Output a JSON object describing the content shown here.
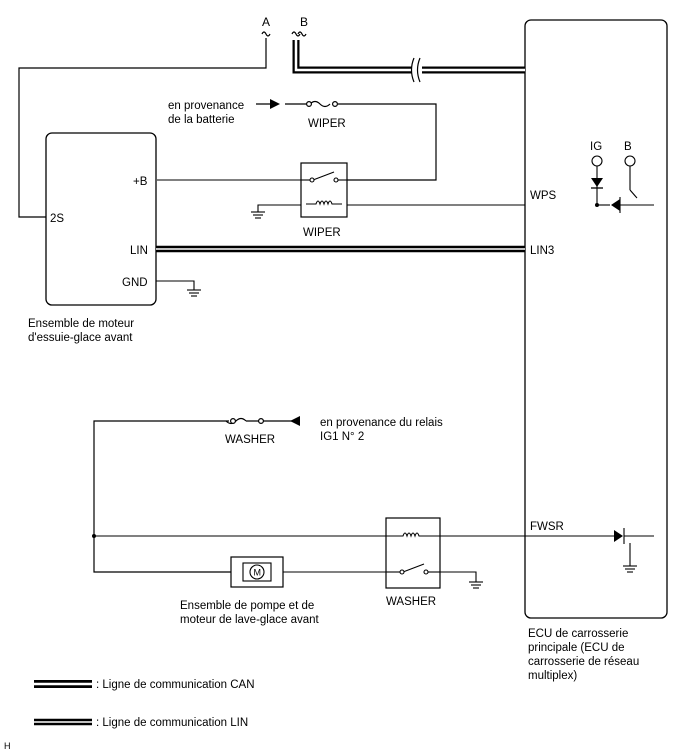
{
  "connectors": {
    "a": "A",
    "b": "B"
  },
  "wiper_motor": {
    "pins": {
      "power": "+B",
      "ground": "GND",
      "lin": "LIN",
      "s2": "2S"
    },
    "label_line1": "Ensemble de moteur",
    "label_line2": "d'essuie-glace avant"
  },
  "battery_source": {
    "line1": "en provenance",
    "line2": "de la batterie"
  },
  "fuse_wiper": "WIPER",
  "relay_wiper": "WIPER",
  "ecu": {
    "pin_wps": "WPS",
    "pin_lin3": "LIN3",
    "pin_fwsr": "FWSR",
    "ig": "IG",
    "b": "B",
    "label_lines": [
      "ECU de carrosserie",
      "principale (ECU de",
      "carrosserie de réseau",
      "multiplex)"
    ]
  },
  "washer_source": {
    "line1": "en provenance du relais",
    "line2": "IG1 N° 2"
  },
  "fuse_washer": "WASHER",
  "relay_washer": "WASHER",
  "washer_pump": {
    "symbol": "M",
    "label_line1": "Ensemble de pompe et de",
    "label_line2": "moteur de lave-glace avant"
  },
  "legend": {
    "can": ": Ligne de communication CAN",
    "lin": ": Ligne de communication LIN"
  },
  "corner_mark": "H"
}
